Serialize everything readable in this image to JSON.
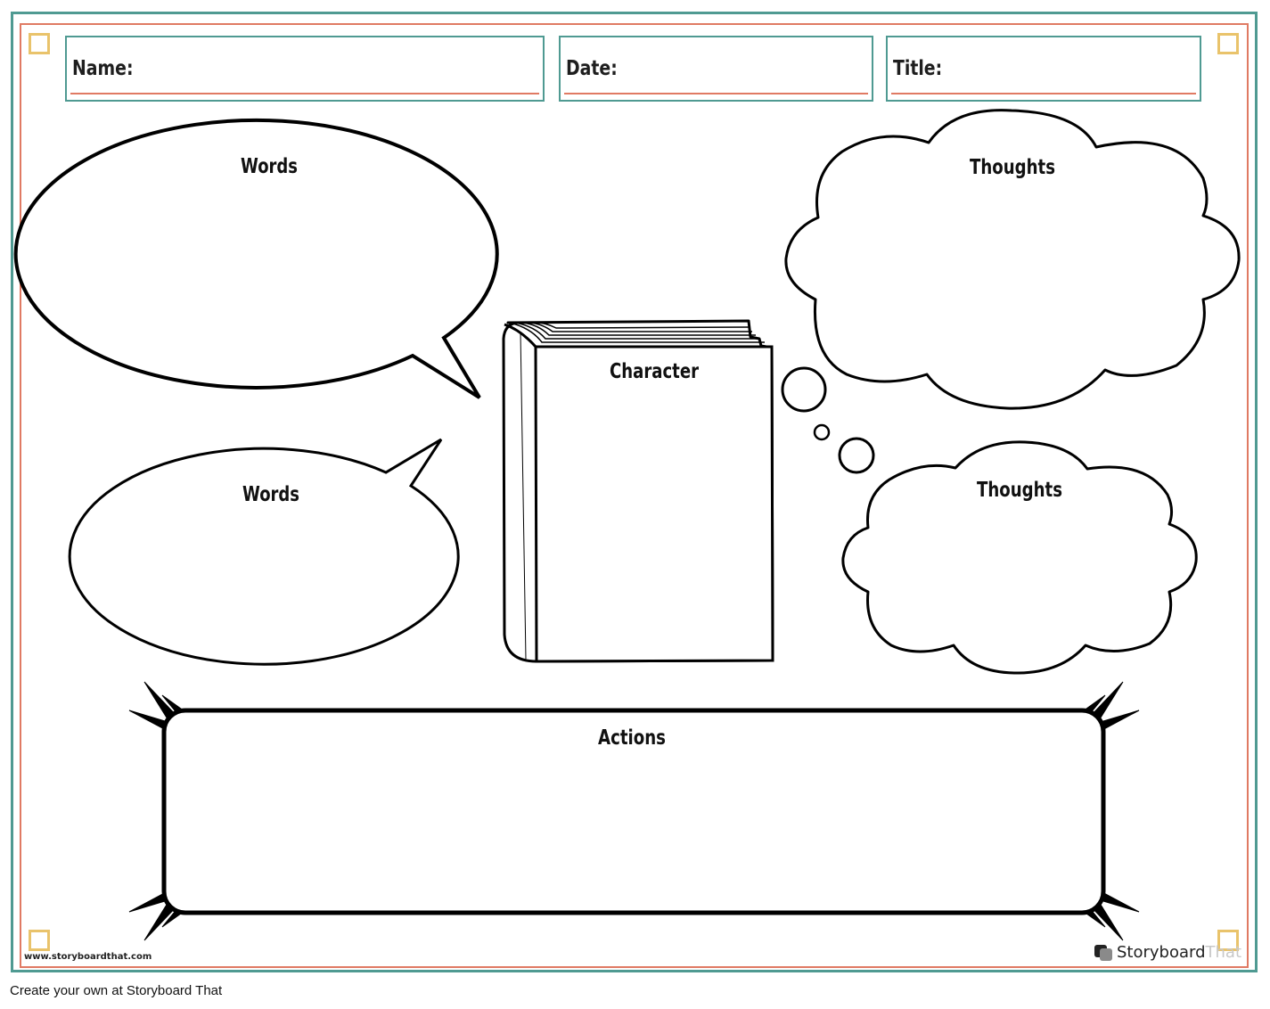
{
  "header": {
    "name_label": "Name:",
    "date_label": "Date:",
    "title_label": "Title:"
  },
  "sections": {
    "words_top": "Words",
    "words_bottom": "Words",
    "character": "Character",
    "thoughts_top": "Thoughts",
    "thoughts_bottom": "Thoughts",
    "actions": "Actions"
  },
  "branding": {
    "url": "www.storyboardthat.com",
    "logo_main": "Storyboard",
    "logo_accent": "That",
    "logo_icon": "storyboard-logo-icon",
    "footer": "Create your own at Storyboard That"
  },
  "colors": {
    "teal": "#4f9a92",
    "coral": "#e07a63",
    "gold": "#e9c36b"
  }
}
